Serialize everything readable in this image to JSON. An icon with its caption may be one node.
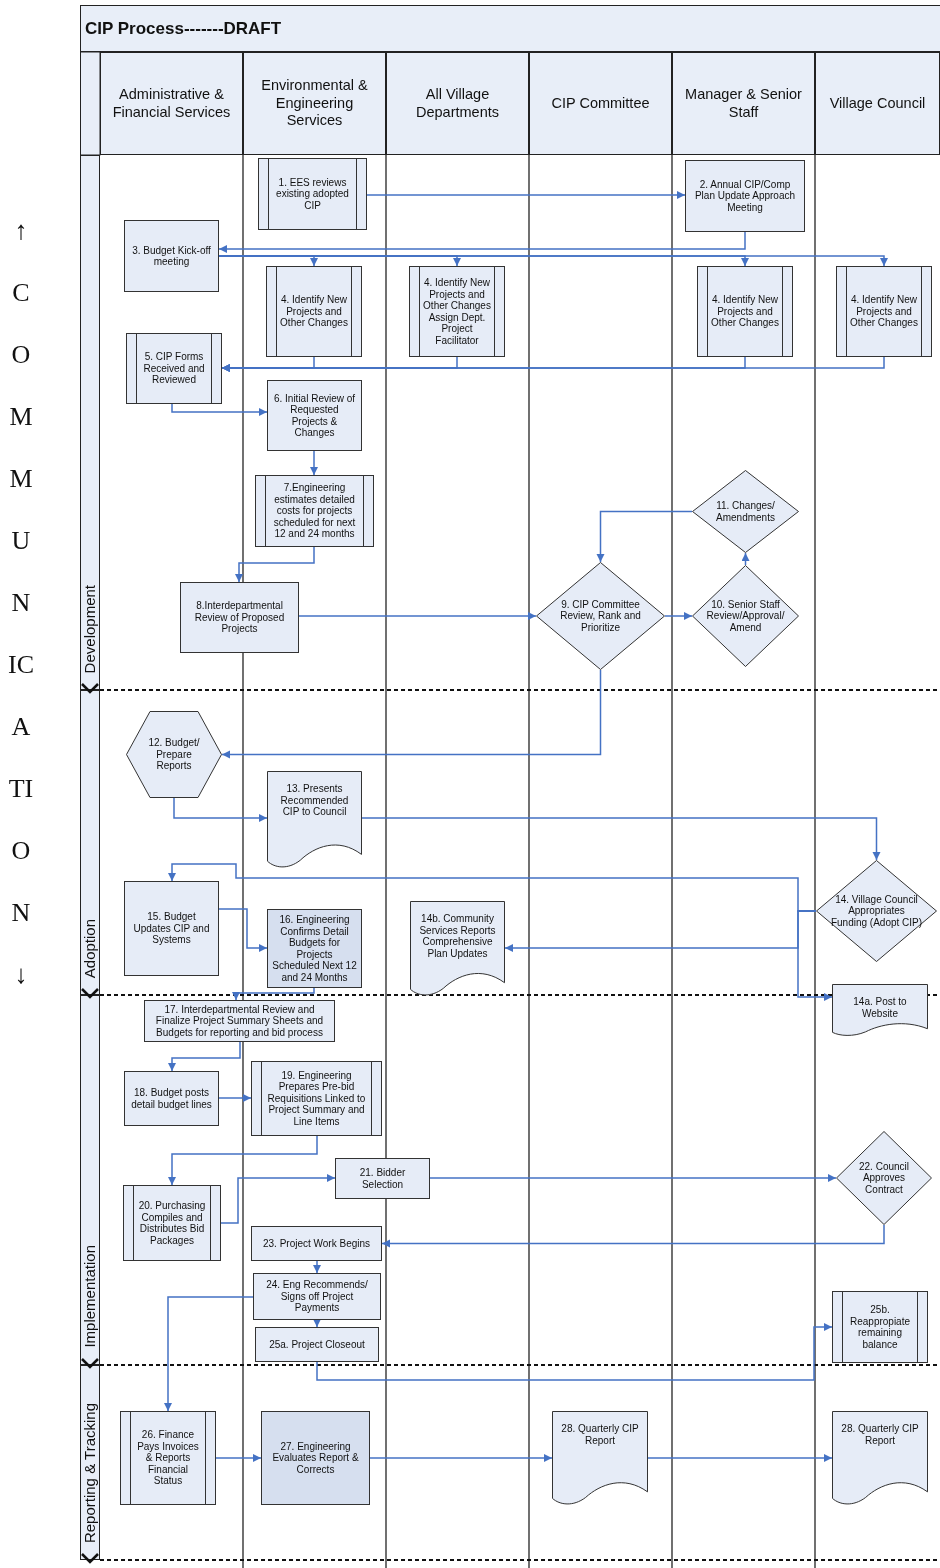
{
  "diagram": {
    "title": "CIP Process-------DRAFT",
    "nodes": [
      {
        "text": [
          "Administrative & Financial Services"
        ]
      },
      {
        "text": [
          "Environmental & Engineering Services"
        ]
      },
      {
        "text": [
          "All Village Departments"
        ]
      },
      {
        "text": [
          "CIP Committee"
        ]
      },
      {
        "text": [
          "Manager & Senior Staff"
        ]
      },
      {
        "text": [
          "Village Council"
        ]
      },
      {
        "text": [
          "Development"
        ]
      },
      {
        "text": [
          "Adoption"
        ]
      },
      {
        "text": [
          "Implementation"
        ]
      },
      {
        "text": [
          "Reporting & Tracking"
        ]
      },
      {
        "text": [
          "1. EES reviews existing adopted CIP"
        ]
      },
      {
        "text": [
          "2. Annual CIP/Comp Plan Update Approach Meeting"
        ]
      },
      {
        "text": [
          "3. Budget Kick-off meeting"
        ]
      },
      {
        "text": [
          "4. Identify New Projects and Other Changes"
        ]
      },
      {
        "text": [
          "4. Identify New Projects and Other Changes Assign Dept. Project Facilitator"
        ]
      },
      {
        "text": [
          "4. Identify New Projects and Other Changes"
        ]
      },
      {
        "text": [
          "4. Identify New Projects and Other Changes"
        ]
      },
      {
        "text": [
          "5. CIP Forms Received and Reviewed"
        ]
      },
      {
        "text": [
          "6. Initial Review of Requested Projects & Changes"
        ]
      },
      {
        "text": [
          "7.Engineering estimates detailed costs for projects scheduled for next 12 and 24 months"
        ]
      },
      {
        "text": [
          "8.Interdepartmental Review of Proposed Projects"
        ]
      },
      {
        "text": [
          "9. CIP Committee Review, Rank and Prioritize"
        ]
      },
      {
        "text": [
          "10. Senior Staff Review/Approval/ Amend"
        ]
      },
      {
        "text": [
          "11. Changes/ Amendments"
        ]
      },
      {
        "text": [
          "12. Budget/ Prepare Reports"
        ]
      },
      {
        "text": [
          "13. Presents Recommended CIP to Council"
        ]
      },
      {
        "text": [
          "14. Village Council Appropriates Funding (Adopt CIP)"
        ]
      },
      {
        "text": [
          "15. Budget Updates CIP and Systems"
        ]
      },
      {
        "text": [
          "16. Engineering Confirms Detail Budgets for Projects Scheduled Next 12 and 24 Months"
        ]
      },
      {
        "text": [
          "14b. Community Services Reports Comprehensive Plan Updates"
        ]
      },
      {
        "text": [
          "14a. Post to Website"
        ]
      },
      {
        "text": [
          "17. Interdepartmental Review and Finalize Project Summary Sheets and Budgets for reporting and bid process"
        ]
      },
      {
        "text": [
          "18. Budget posts detail budget lines"
        ]
      },
      {
        "text": [
          "19. Engineering Prepares Pre-bid Requisitions Linked to Project Summary and Line Items"
        ]
      },
      {
        "text": [
          "20. Purchasing Compiles and Distributes Bid Packages"
        ]
      },
      {
        "text": [
          "21. Bidder Selection"
        ]
      },
      {
        "text": [
          "22. Council Approves Contract"
        ]
      },
      {
        "text": [
          "23. Project Work Begins"
        ]
      },
      {
        "text": [
          "24. Eng Recommends/ Signs off Project Payments"
        ]
      },
      {
        "text": [
          "25a. Project Closeout"
        ]
      },
      {
        "text": [
          "25b. Reappropiate remaining balance"
        ]
      },
      {
        "text": [
          "26. Finance Pays Invoices & Reports Financial Status"
        ]
      },
      {
        "text": [
          "27. Engineering Evaluates Report & Corrects"
        ]
      },
      {
        "text": [
          "28. Quarterly CIP Report"
        ]
      },
      {
        "text": [
          "28. Quarterly CIP Report"
        ]
      }
    ],
    "edges": [
      {
        "from": 10,
        "to": 11,
        "arrow": "to"
      },
      {
        "from": 11,
        "to": 12,
        "arrow": "to"
      },
      {
        "from": 12,
        "to": 13,
        "arrow": "to"
      },
      {
        "from": 12,
        "to": 14,
        "arrow": "to"
      },
      {
        "from": 12,
        "to": 15,
        "arrow": "to"
      },
      {
        "from": 12,
        "to": 16,
        "arrow": "to"
      },
      {
        "from": 13,
        "to": 17,
        "arrow": "to"
      },
      {
        "from": 14,
        "to": 17,
        "arrow": "to"
      },
      {
        "from": 15,
        "to": 17,
        "arrow": "to"
      },
      {
        "from": 16,
        "to": 17,
        "arrow": "to"
      },
      {
        "from": 17,
        "to": 18,
        "arrow": "to"
      },
      {
        "from": 18,
        "to": 19,
        "arrow": "to"
      },
      {
        "from": 19,
        "to": 20,
        "arrow": "to"
      },
      {
        "from": 20,
        "to": 21,
        "arrow": "to"
      },
      {
        "from": 21,
        "to": 22,
        "arrow": "to"
      },
      {
        "from": 22,
        "to": 23,
        "arrow": "to"
      },
      {
        "from": 23,
        "to": 21,
        "arrow": "to"
      },
      {
        "from": 21,
        "to": 24,
        "arrow": "to"
      },
      {
        "from": 24,
        "to": 25,
        "arrow": "to"
      },
      {
        "from": 25,
        "to": 26,
        "arrow": "to"
      },
      {
        "from": 26,
        "to": 27,
        "arrow": "to"
      },
      {
        "from": 26,
        "to": 29,
        "arrow": "to"
      },
      {
        "from": 26,
        "to": 30,
        "arrow": "to"
      },
      {
        "from": 27,
        "to": 28,
        "arrow": "to"
      },
      {
        "from": 28,
        "to": 31,
        "arrow": "to"
      },
      {
        "from": 31,
        "to": 32,
        "arrow": "to"
      },
      {
        "from": 32,
        "to": 33,
        "arrow": "to"
      },
      {
        "from": 33,
        "to": 34,
        "arrow": "to"
      },
      {
        "from": 34,
        "to": 35,
        "arrow": "to"
      },
      {
        "from": 35,
        "to": 36,
        "arrow": "to"
      },
      {
        "from": 36,
        "to": 37,
        "arrow": "to"
      },
      {
        "from": 37,
        "to": 38,
        "arrow": "to"
      },
      {
        "from": 38,
        "to": 39,
        "arrow": "to"
      },
      {
        "from": 38,
        "to": 41,
        "arrow": "to"
      },
      {
        "from": 39,
        "to": 40,
        "arrow": "to"
      },
      {
        "from": 41,
        "to": 42,
        "arrow": "to"
      },
      {
        "from": 42,
        "to": 43,
        "arrow": "to"
      },
      {
        "from": 43,
        "to": 44,
        "arrow": "to"
      }
    ],
    "labels": [
      "↑COMMUNICATION↓"
    ]
  }
}
